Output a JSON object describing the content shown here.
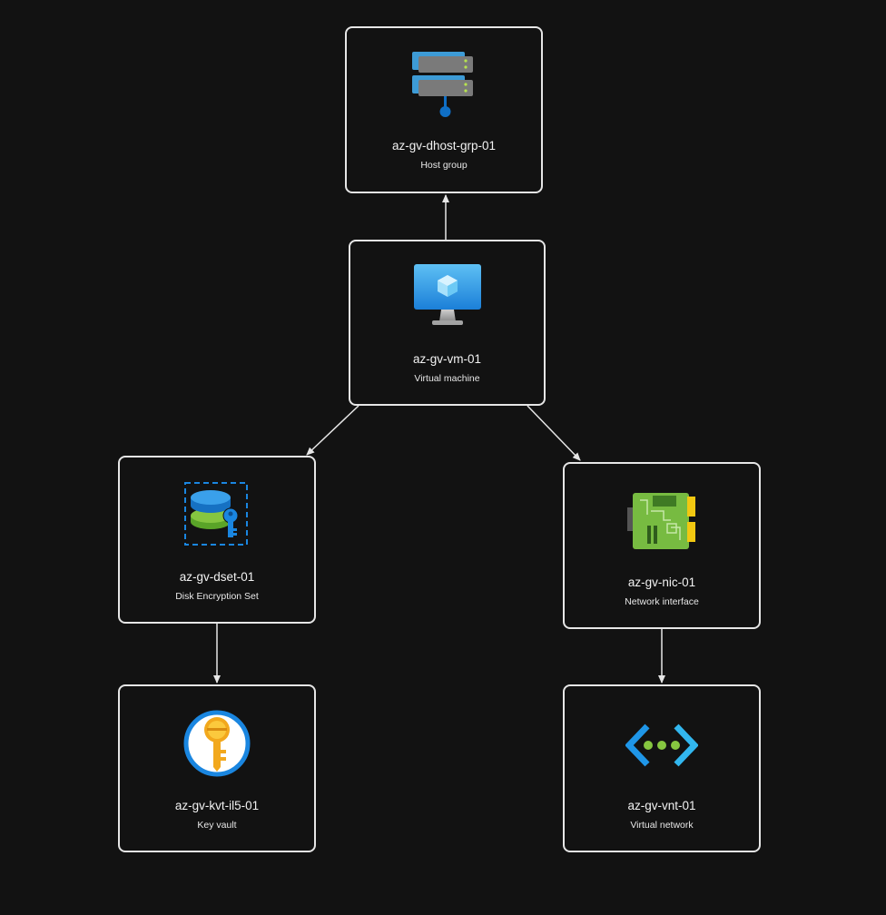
{
  "theme": {
    "background": "#121212",
    "border": "#e6e6e6",
    "edge": "#e6e6e6"
  },
  "nodes": {
    "host_group": {
      "name": "az-gv-dhost-grp-01",
      "type": "Host group",
      "icon": "host-group-icon"
    },
    "vm": {
      "name": "az-gv-vm-01",
      "type": "Virtual machine",
      "icon": "virtual-machine-icon"
    },
    "disk_encryption_set": {
      "name": "az-gv-dset-01",
      "type": "Disk Encryption Set",
      "icon": "disk-encryption-set-icon"
    },
    "nic": {
      "name": "az-gv-nic-01",
      "type": "Network interface",
      "icon": "network-interface-icon"
    },
    "key_vault": {
      "name": "az-gv-kvt-il5-01",
      "type": "Key vault",
      "icon": "key-vault-icon"
    },
    "vnet": {
      "name": "az-gv-vnt-01",
      "type": "Virtual network",
      "icon": "virtual-network-icon"
    }
  },
  "edges": [
    {
      "from": "vm",
      "to": "host_group"
    },
    {
      "from": "vm",
      "to": "disk_encryption_set"
    },
    {
      "from": "vm",
      "to": "nic"
    },
    {
      "from": "disk_encryption_set",
      "to": "key_vault"
    },
    {
      "from": "nic",
      "to": "vnet"
    }
  ]
}
